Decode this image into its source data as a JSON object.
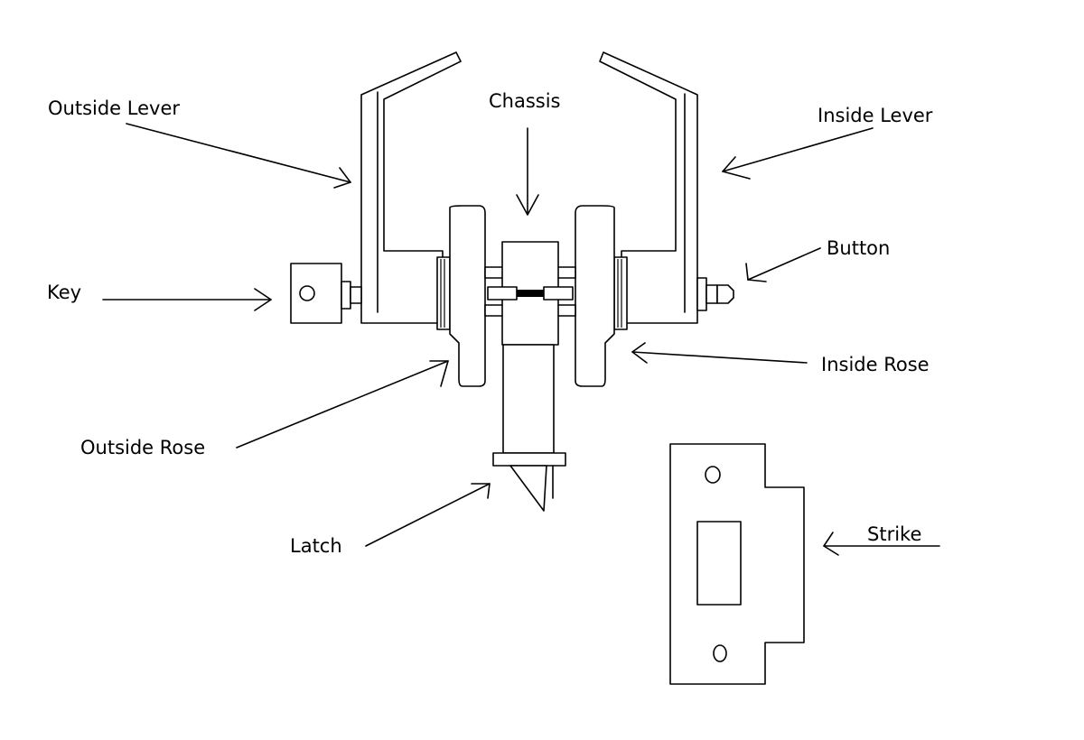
{
  "labels": {
    "outside_lever": "Outside Lever",
    "chassis": "Chassis",
    "inside_lever": "Inside Lever",
    "button": "Button",
    "key": "Key",
    "inside_rose": "Inside Rose",
    "outside_rose": "Outside Rose",
    "latch": "Latch",
    "strike": "Strike"
  },
  "colors": {
    "line": "#000000",
    "background": "#ffffff"
  }
}
